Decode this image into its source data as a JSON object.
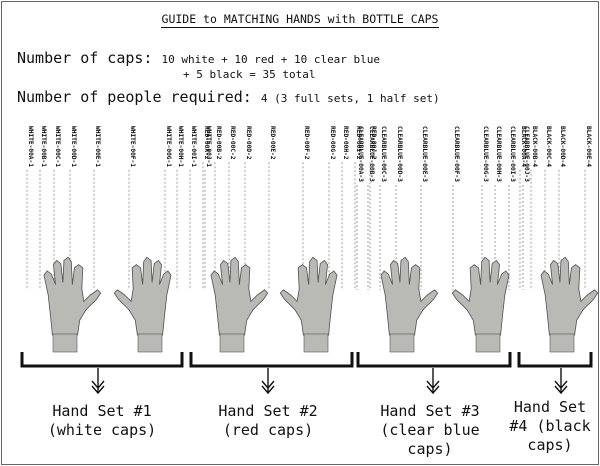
{
  "title": "GUIDE to MATCHING HANDS with BOTTLE CAPS",
  "caps_line": {
    "label": "Number of caps:",
    "value_line1": "10 white + 10 red + 10 clear blue",
    "value_line2": "+ 5 black = 35 total"
  },
  "people_line": {
    "label": "Number of people required:",
    "value": "4 (3 full sets, 1 half set)"
  },
  "hand_color": "#b9b9b6",
  "sets": [
    {
      "name": "Hand Set #1",
      "caption": "(white caps)",
      "labels": [
        "WHITE-00A-1",
        "WHITE-00B-1",
        "WHITE-00C-1",
        "WHITE-00D-1",
        "WHITE-00E-1",
        "WHITE-00F-1",
        "WHITE-00G-1",
        "WHITE-00H-1",
        "WHITE-00I-1",
        "WHITE-00J-1"
      ]
    },
    {
      "name": "Hand Set #2",
      "caption": "(red caps)",
      "labels": [
        "RED-00A-2",
        "RED-00B-2",
        "RED-00C-2",
        "RED-00D-2",
        "RED-00E-2",
        "RED-00F-2",
        "RED-00G-2",
        "RED-00H-2",
        "RED-00I-2",
        "RED-00J-2"
      ]
    },
    {
      "name": "Hand Set #3",
      "caption": "(clear blue\ncaps)",
      "labels": [
        "CLEARBLUE-00A-3",
        "CLEARBLUE-00B-3",
        "CLEARBLUE-00C-3",
        "CLEARBLUE-00D-3",
        "CLEARBLUE-00E-3",
        "CLEARBLUE-00F-3",
        "CLEARBLUE-00G-3",
        "CLEARBLUE-00H-3",
        "CLEARBLUE-00I-3",
        "CLEARBLUE-00J-3"
      ]
    },
    {
      "name": "Hand Set\n#4 (black",
      "caption": "caps)",
      "labels": [
        "BLACK-00A-4",
        "BLACK-00B-4",
        "BLACK-00C-4",
        "BLACK-00D-4",
        "BLACK-00E-4"
      ]
    }
  ]
}
